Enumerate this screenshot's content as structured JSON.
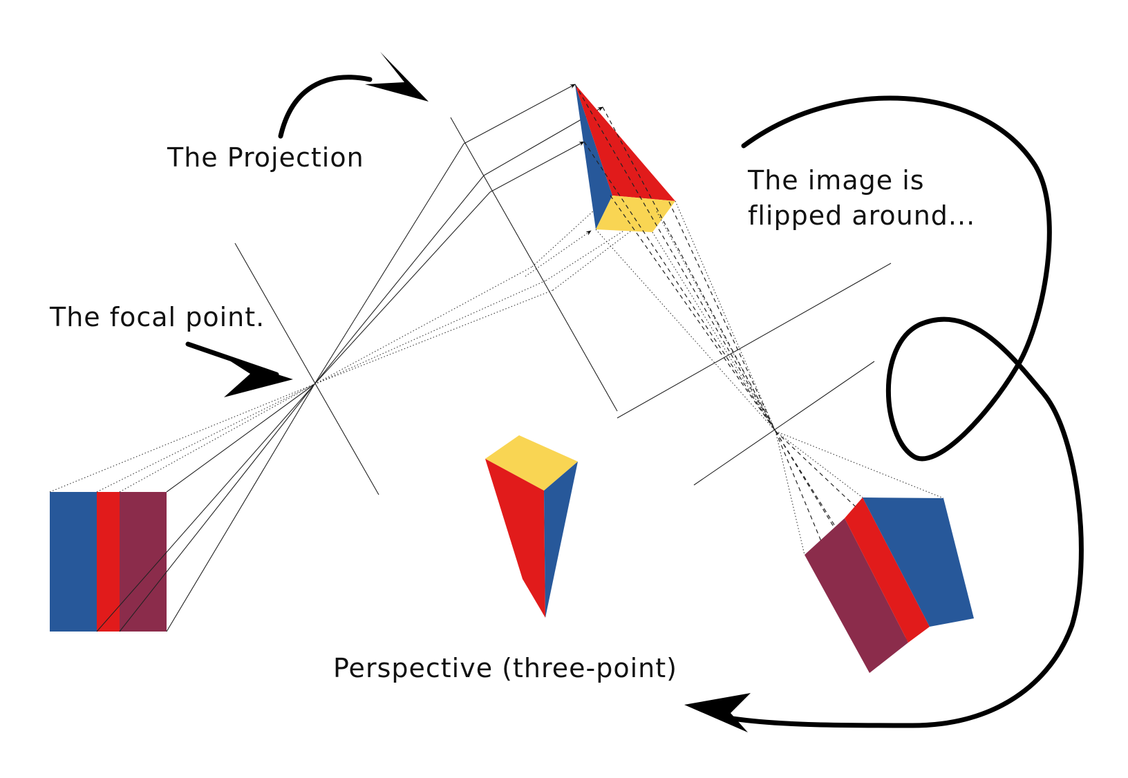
{
  "labels": {
    "projection": "The Projection",
    "focal_point": "The focal point.",
    "flipped_line1": "The image is",
    "flipped_line2": "flipped around...",
    "perspective": "Perspective (three-point)"
  },
  "colors": {
    "blue": "#27589a",
    "red": "#e11b1b",
    "maroon": "#8b2c4b",
    "yellow": "#f9d553",
    "ink": "#000000"
  }
}
